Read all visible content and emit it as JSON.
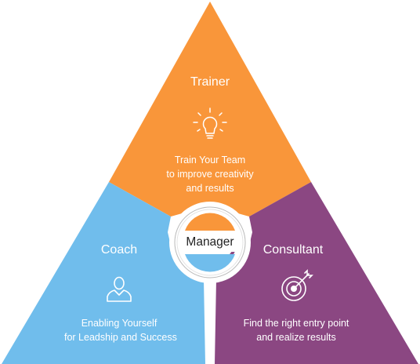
{
  "colors": {
    "trainer": "#f9963a",
    "coach": "#70bdec",
    "consultant": "#8b4782",
    "center_ring": "#ffffff",
    "center_fill": "#ffffff"
  },
  "center": {
    "label": "Manager"
  },
  "sections": {
    "trainer": {
      "title": "Trainer",
      "icon": "lightbulb-icon",
      "line1": "Train Your Team",
      "line2": "to improve creativity",
      "line3": "and results"
    },
    "coach": {
      "title": "Coach",
      "icon": "person-icon",
      "line1": "Enabling Yourself",
      "line2": "for Leadship and Success"
    },
    "consultant": {
      "title": "Consultant",
      "icon": "target-icon",
      "line1": "Find the right entry point",
      "line2": "and realize results"
    }
  }
}
